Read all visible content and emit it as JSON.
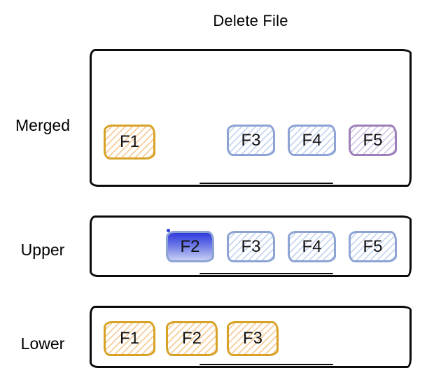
{
  "title": "Delete File",
  "rows": [
    {
      "label": "Merged",
      "files": [
        {
          "label": "F1",
          "variant": "gold"
        },
        {
          "label": "F3",
          "variant": "blue"
        },
        {
          "label": "F4",
          "variant": "blue"
        },
        {
          "label": "F5",
          "variant": "purple"
        }
      ]
    },
    {
      "label": "Upper",
      "files": [
        {
          "label": "F2",
          "variant": "blue-solid"
        },
        {
          "label": "F3",
          "variant": "blue"
        },
        {
          "label": "F4",
          "variant": "blue"
        },
        {
          "label": "F5",
          "variant": "blue"
        }
      ]
    },
    {
      "label": "Lower",
      "files": [
        {
          "label": "F1",
          "variant": "gold"
        },
        {
          "label": "F2",
          "variant": "gold"
        },
        {
          "label": "F3",
          "variant": "gold"
        }
      ]
    }
  ],
  "colors": {
    "outline": "#0b0b0b",
    "gold_border": "#D8A227",
    "gold_hatch": "#F6CD9B",
    "blue_border": "#8CA3D4",
    "blue_hatch": "#C7D6F0",
    "purple_border": "#9C7EB8",
    "purple_hatch": "#D7C8E8",
    "solid_top": "#2F3BDC",
    "solid_mid": "#6B77E6",
    "solid_bottom": "#C6CFF3"
  }
}
